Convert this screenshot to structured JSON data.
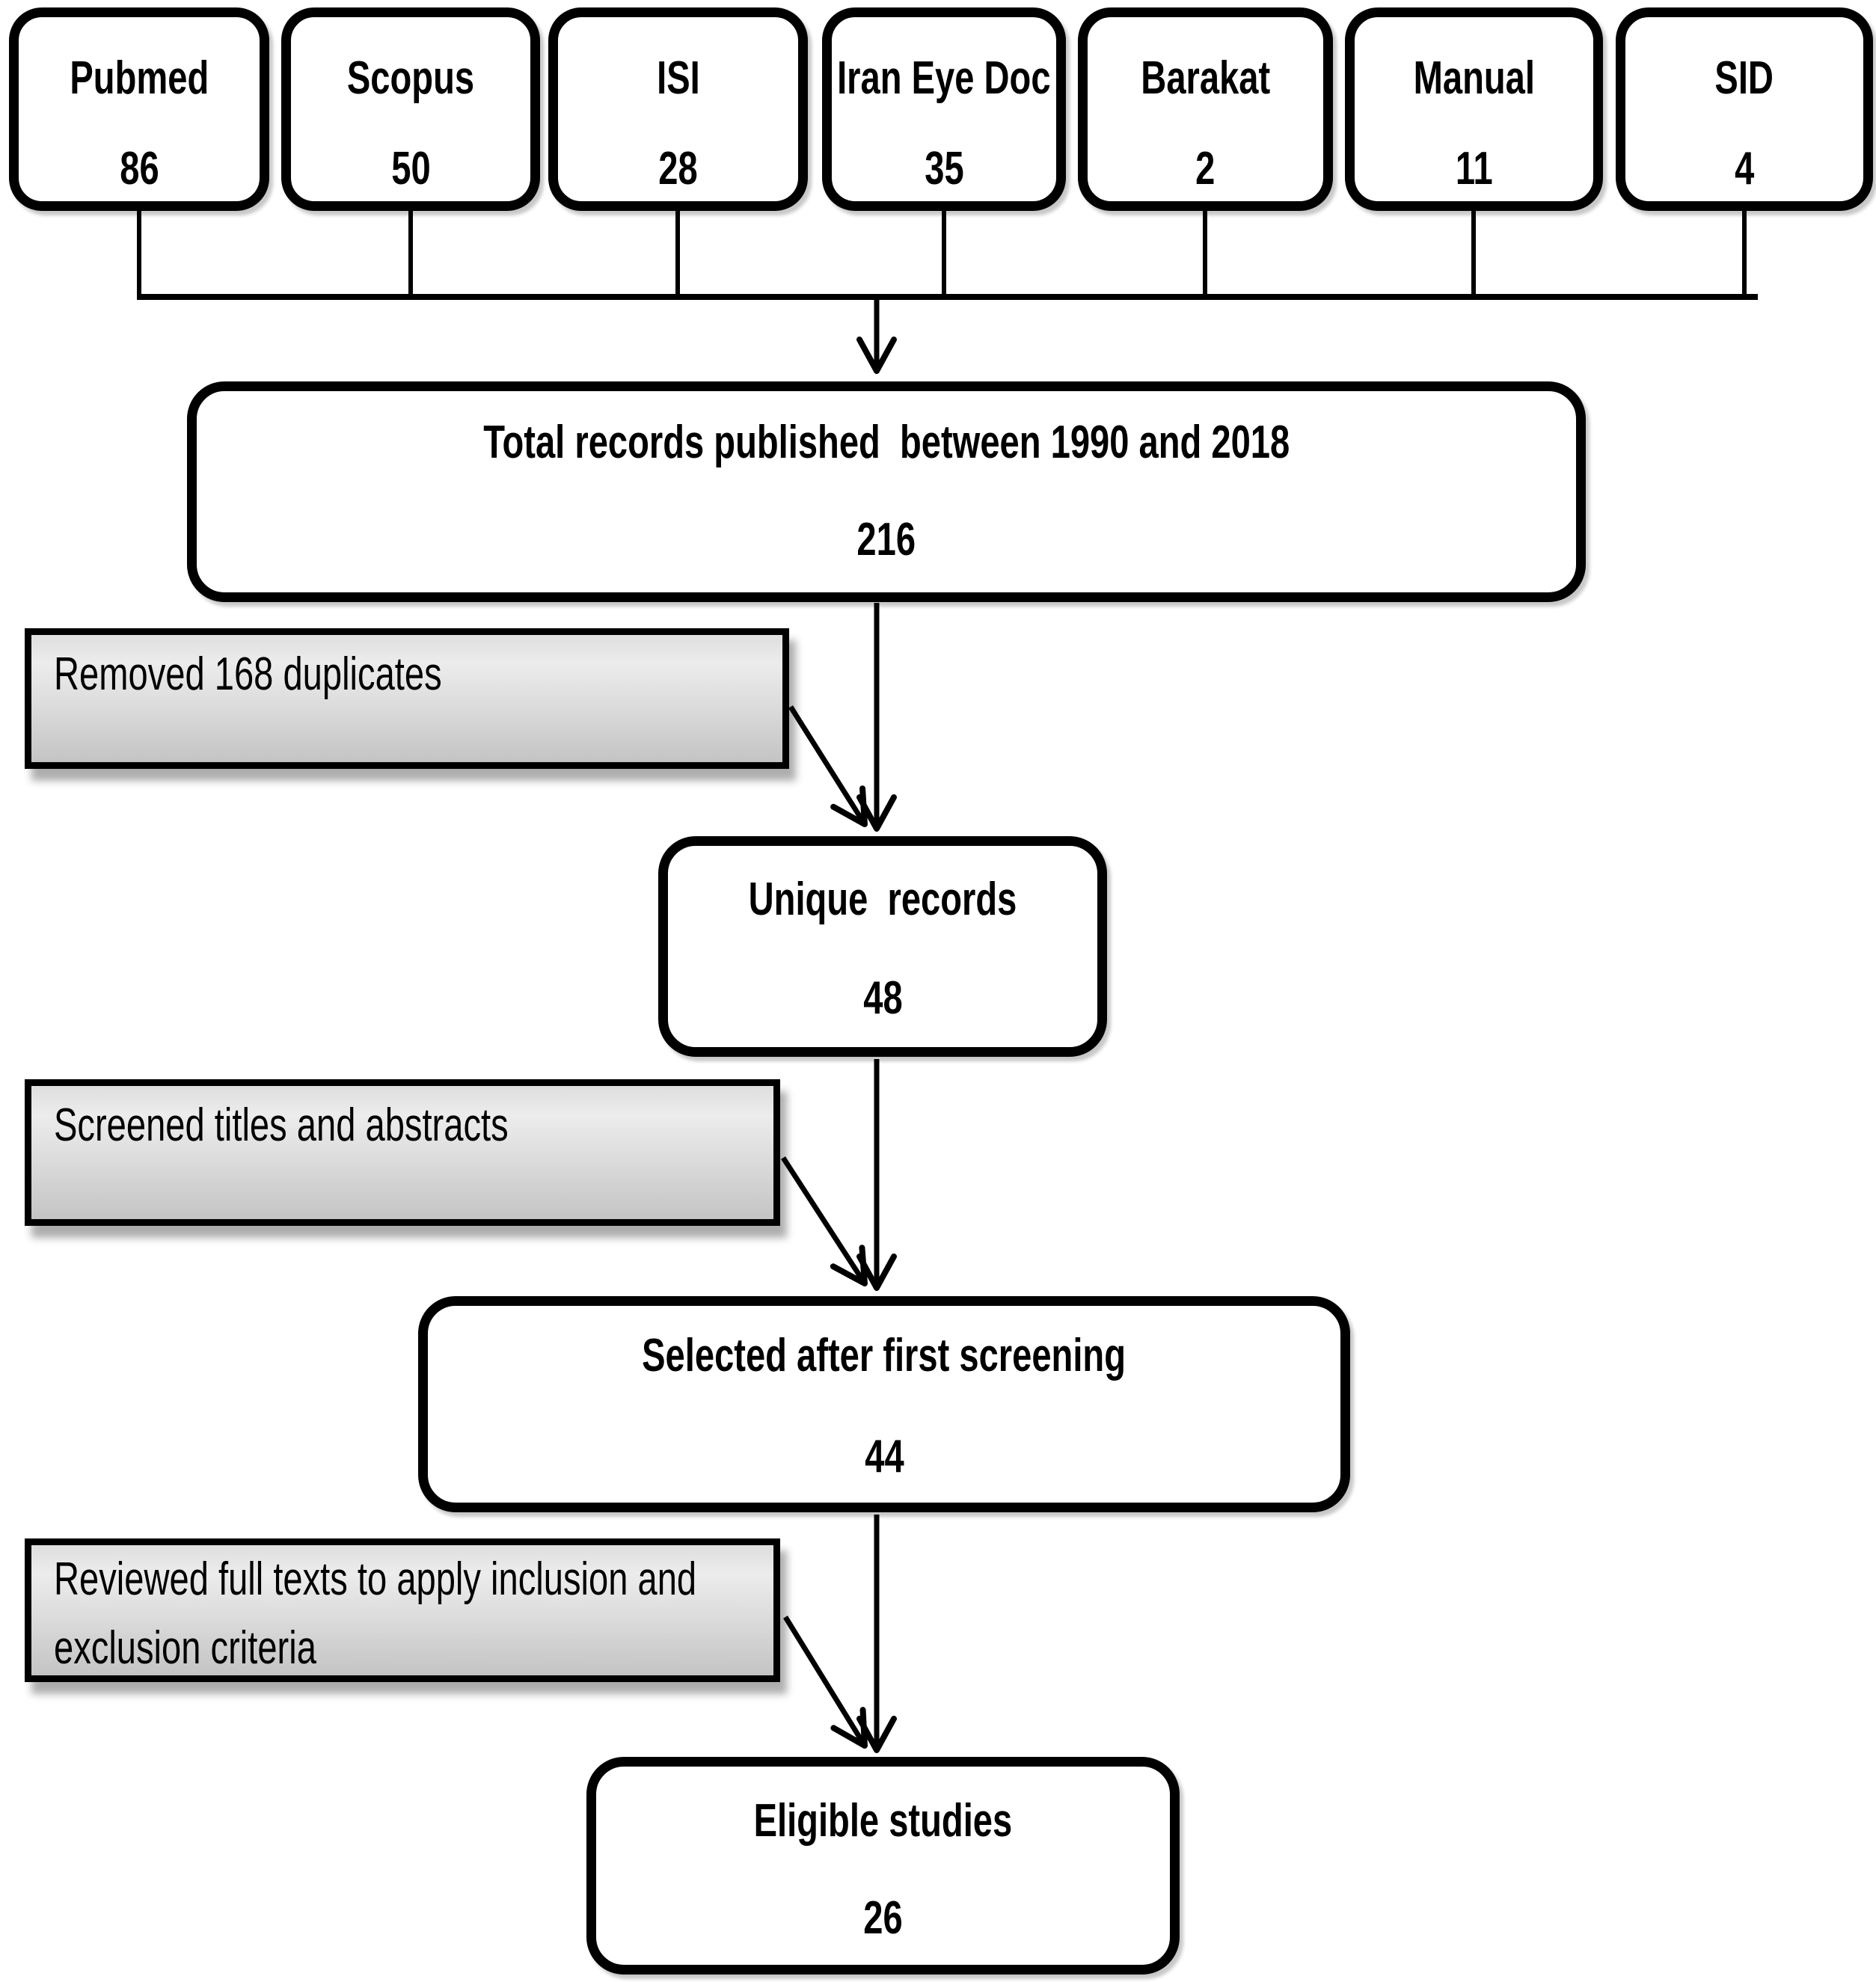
{
  "diagram": {
    "sources": [
      {
        "label": "Pubmed",
        "count": "86"
      },
      {
        "label": "Scopus",
        "count": "50"
      },
      {
        "label": "ISI",
        "count": "28"
      },
      {
        "label": "Iran Eye Doc",
        "count": "35"
      },
      {
        "label": "Barakat",
        "count": "2"
      },
      {
        "label": "Manual",
        "count": "11"
      },
      {
        "label": "SID",
        "count": "4"
      }
    ],
    "steps": {
      "total": {
        "label": "Total records published  between 1990 and 2018",
        "count": "216"
      },
      "unique": {
        "label": "Unique  records",
        "count": "48"
      },
      "selected": {
        "label": "Selected after first screening",
        "count": "44"
      },
      "eligible": {
        "label": "Eligible studies",
        "count": "26"
      }
    },
    "side_notes": [
      {
        "label": "Removed 168 duplicates"
      },
      {
        "label": "Screened titles and abstracts"
      },
      {
        "label": "Reviewed full texts to apply inclusion and exclusion criteria"
      }
    ],
    "colors": {
      "line": "#000000",
      "box_fill": "#ffffff",
      "side_box_top": "#ececec",
      "side_box_bottom": "#c4c4c4",
      "text": "#000000"
    }
  }
}
